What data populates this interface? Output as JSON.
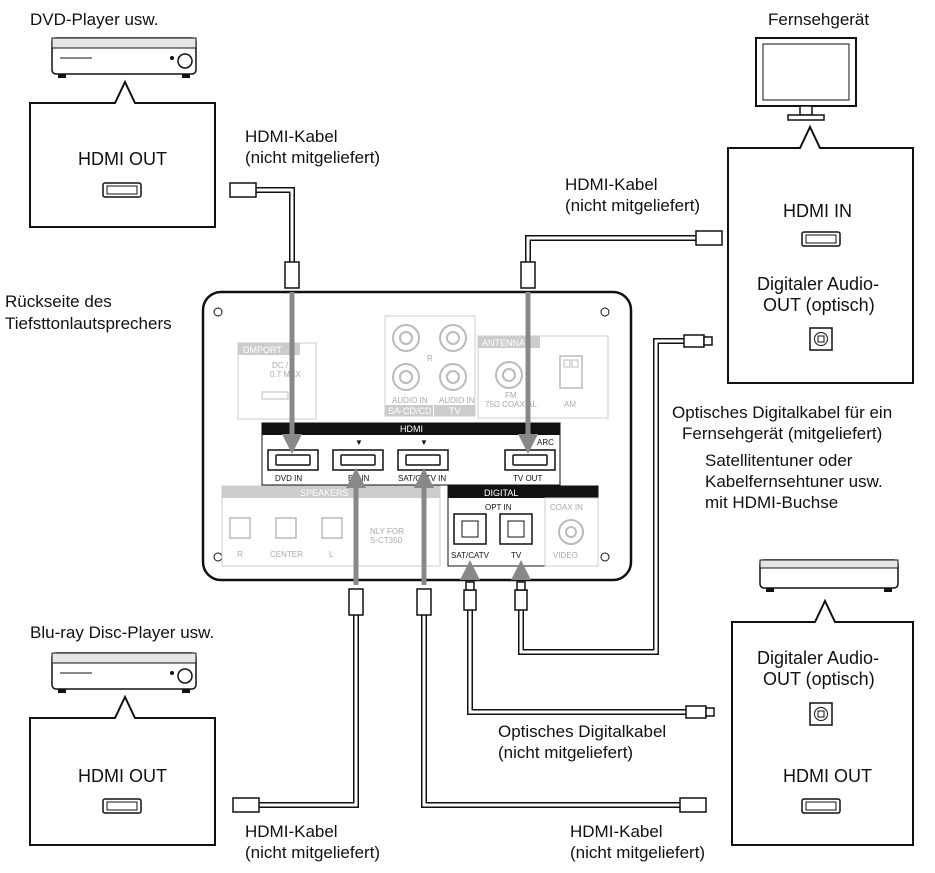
{
  "devices": {
    "dvd": {
      "title": "DVD-Player usw.",
      "port": "HDMI OUT"
    },
    "bluray": {
      "title": "Blu-ray Disc-Player usw.",
      "port": "HDMI OUT"
    },
    "tv": {
      "title": "Fernsehgerät",
      "hdmi_port": "HDMI IN",
      "optical_line1": "Digitaler Audio-",
      "optical_line2": "OUT (optisch)"
    },
    "sat": {
      "title_line1": "Satellitentuner oder",
      "title_line2": "Kabelfernsehtuner usw.",
      "title_line3": "mit HDMI-Buchse",
      "optical_line1": "Digitaler Audio-",
      "optical_line2": "OUT (optisch)",
      "hdmi_port": "HDMI OUT"
    }
  },
  "subwoofer": {
    "label_line1": "Rückseite des",
    "label_line2": "Tiefsttonlautsprechers",
    "hdmi_header": "HDMI",
    "ports": {
      "dvd_in": "DVD IN",
      "bd_in": "BD IN",
      "sat_in": "SAT/CATV IN",
      "tv_out": "TV OUT",
      "arc": "ARC"
    },
    "digital_header": "DIGITAL",
    "opt_in": "OPT IN",
    "opt_sat": "SAT/CATV",
    "opt_tv": "TV",
    "coax_in": "COAX IN",
    "video": "VIDEO",
    "speakers_header": "SPEAKERS",
    "spk_r": "R",
    "spk_center": "CENTER",
    "spk_l": "L",
    "only_for_line1": "NLY FOR",
    "only_for_line2": "S-CT350",
    "dmport": "DMPORT",
    "dc_line1": "DC   /",
    "dc_line2": "0.7   MAX",
    "audio_in": "AUDIO IN",
    "sacd": "SA-CD/CD",
    "tv_label": "TV",
    "antenna": "ANTENNA",
    "fm_line1": "FM",
    "fm_line2": "75Ω COAXIAL",
    "am": "AM",
    "r": "R"
  },
  "cables": {
    "hdmi_dvd_line1": "HDMI-Kabel",
    "hdmi_dvd_line2": "(nicht mitgeliefert)",
    "hdmi_tv_line1": "HDMI-Kabel",
    "hdmi_tv_line2": "(nicht mitgeliefert)",
    "opt_tv_line1": "Optisches Digitalkabel für ein",
    "opt_tv_line2": "Fernsehgerät (mitgeliefert)",
    "opt_sat_line1": "Optisches Digitalkabel",
    "opt_sat_line2": "(nicht mitgeliefert)",
    "hdmi_bd_line1": "HDMI-Kabel",
    "hdmi_bd_line2": "(nicht mitgeliefert)",
    "hdmi_sat_line1": "HDMI-Kabel",
    "hdmi_sat_line2": "(nicht mitgeliefert)"
  }
}
